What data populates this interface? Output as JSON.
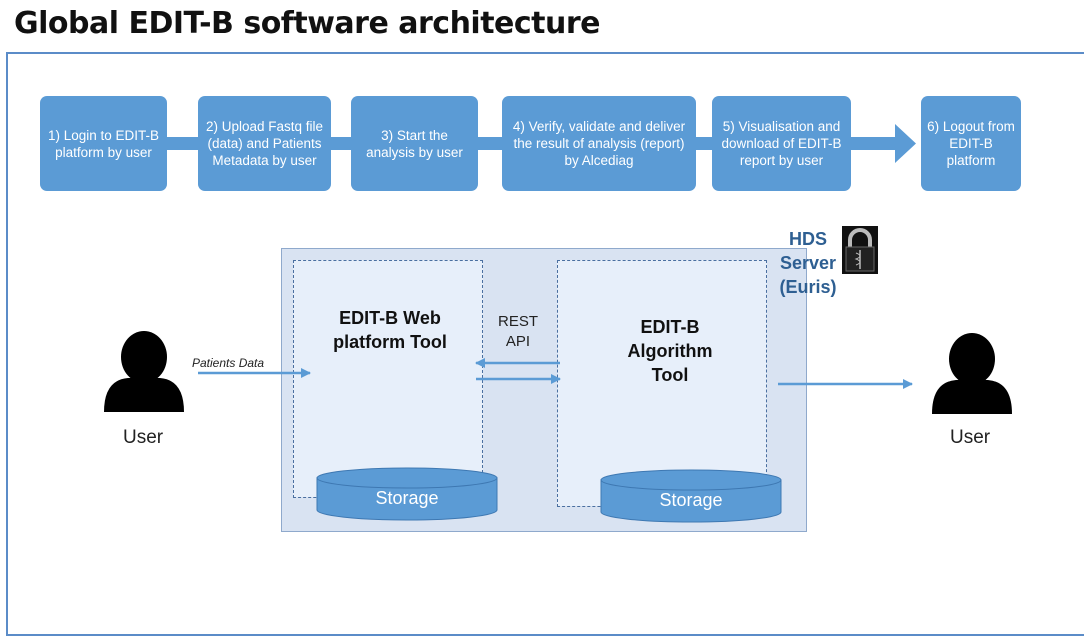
{
  "title": "Global EDIT-B software architecture",
  "steps": [
    {
      "label": "1) Login to EDIT-B platform by user"
    },
    {
      "label": "2) Upload Fastq file (data) and Patients Metadata by user"
    },
    {
      "label": "3) Start the analysis by user"
    },
    {
      "label": "4) Verify, validate and deliver the result of analysis (report) by Alcediag"
    },
    {
      "label": "5) Visualisation and download of EDIT-B report by user"
    },
    {
      "label": "6) Logout from EDIT-B platform"
    }
  ],
  "server": {
    "label": "HDS Server (Euris)"
  },
  "web_tool": {
    "title": "EDIT-B Web platform Tool",
    "storage": "Storage"
  },
  "algo_tool": {
    "title": "EDIT-B Algorithm Tool",
    "storage": "Storage"
  },
  "api": {
    "label": "REST API"
  },
  "input_label": "Patients Data",
  "user_left": {
    "label": "User"
  },
  "user_right": {
    "label": "User"
  },
  "colors": {
    "step": "#5b9bd5",
    "arrow": "#5b9bd5",
    "zone": "#d9e3f2",
    "server_text": "#2e5f92"
  }
}
